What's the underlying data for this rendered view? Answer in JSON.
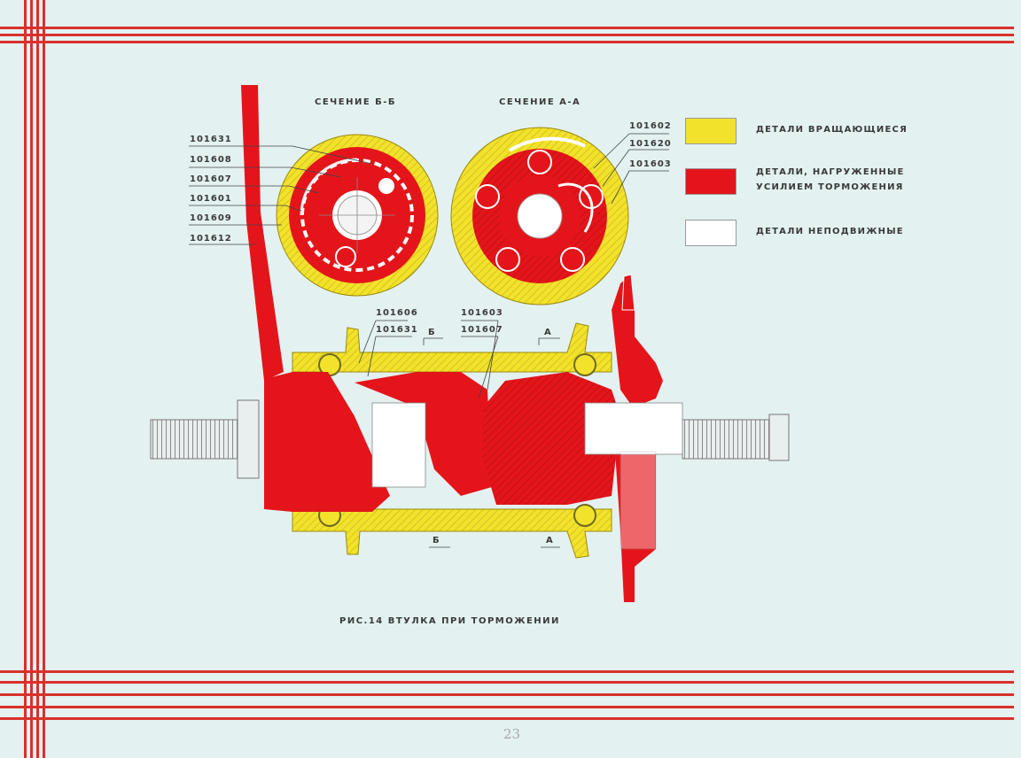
{
  "section_b_title": "СЕЧЕНИЕ Б-Б",
  "section_a_title": "СЕЧЕНИЕ А-А",
  "left_part_labels": [
    "101631",
    "101608",
    "101607",
    "101601",
    "101609",
    "101612"
  ],
  "right_part_labels": [
    "101602",
    "101620",
    "101603"
  ],
  "hub_labels": {
    "upper_left_1": "101606",
    "upper_left_2": "101631",
    "upper_right_1": "101603",
    "upper_right_2": "101607"
  },
  "section_marks": {
    "b_top": "Б",
    "a_top": "А",
    "b_bottom": "Б",
    "a_bottom": "А"
  },
  "legend": [
    {
      "text": "ДЕТАЛИ ВРАЩАЮЩИЕСЯ",
      "color": "#f2e22b"
    },
    {
      "text": "ДЕТАЛИ, НАГРУЖЕННЫЕ\nУСИЛИЕМ ТОРМОЖЕНИЯ",
      "color": "#e4151a"
    },
    {
      "text": "ДЕТАЛИ НЕПОДВИЖНЫЕ",
      "color": "#ffffff"
    }
  ],
  "caption": "РИС.14 ВТУЛКА ПРИ ТОРМОЖЕНИИ",
  "page_number": "23",
  "colors": {
    "rotating": "#f2e22b",
    "braking": "#e4151a",
    "fixed": "#ffffff",
    "border": "#d8312b"
  }
}
